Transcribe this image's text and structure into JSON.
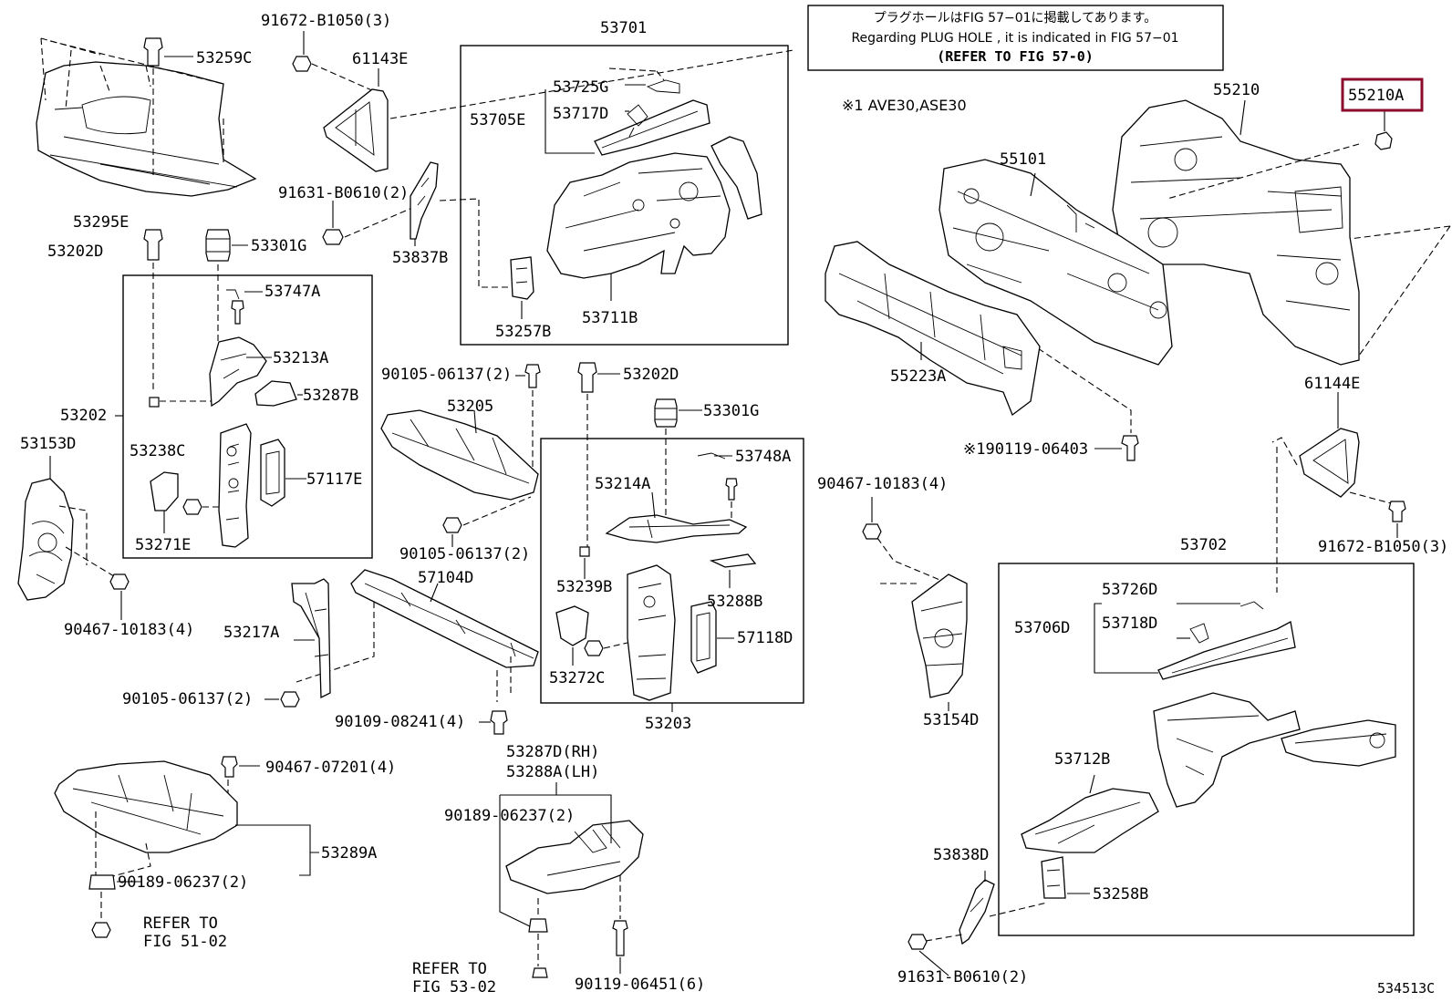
{
  "note": {
    "line1": "プラグホールはFIG 57−01に掲載してあります。",
    "line2": "Regarding  PLUG HOLE , it is indicated in FIG  57−01",
    "line3": "(REFER TO FIG 57-0)"
  },
  "model_note": "※1 AVE30,ASE30",
  "figure_code": "534513C",
  "highlight_color": "#8b0a2a",
  "highlighted_part": "55210A",
  "labels": {
    "p91672b1050_top": "91672-B1050(3)",
    "p53259c": "53259C",
    "p61143e": "61143E",
    "p53701": "53701",
    "p53725g": "53725G",
    "p53705e": "53705E",
    "p53717d": "53717D",
    "p53295e": "53295E",
    "p91631b0610_top": "91631-B0610(2)",
    "p53202d_left": "53202D",
    "p53301g_left": "53301G",
    "p53837b": "53837B",
    "p53257b": "53257B",
    "p53711b": "53711B",
    "p53747a": "53747A",
    "p53213a": "53213A",
    "p53287b": "53287B",
    "p53202": "53202",
    "p53238c": "53238C",
    "p53153d": "53153D",
    "p57117e": "57117E",
    "p53271e": "53271E",
    "p90467_10183_left": "90467-10183(4)",
    "p90105_06137_a": "90105-06137(2)",
    "p53205": "53205",
    "p90105_06137_b": "90105-06137(2)",
    "p53202d_mid": "53202D",
    "p53301g_mid": "53301G",
    "p53748a": "53748A",
    "p53214a": "53214A",
    "p53239b": "53239B",
    "p53288b": "53288B",
    "p57118d": "57118D",
    "p53272c": "53272C",
    "p53203": "53203",
    "p57104d": "57104D",
    "p53217a": "53217A",
    "p90105_06137_c": "90105-06137(2)",
    "p90109_08241": "90109-08241(4)",
    "p90467_07201": "90467-07201(4)",
    "p53289a": "53289A",
    "p90189_06237_left": "90189-06237(2)",
    "p53287d": "53287D(RH)",
    "p53288a": "53288A(LH)",
    "p90189_06237_mid": "90189-06237(2)",
    "p90119_06451": "90119-06451(6)",
    "refer_fig51_a": "REFER TO",
    "refer_fig51_b": "FIG 51-02",
    "refer_fig53_a": "REFER TO",
    "refer_fig53_b": "FIG 53-02",
    "p55210": "55210",
    "p55210a": "55210A",
    "p55101": "55101",
    "p55223a": "55223A",
    "p90119_06403": "※190119-06403",
    "p61144e": "61144E",
    "p90467_10183_right": "90467-10183(4)",
    "p91672b1050_right": "91672-B1050(3)",
    "p53702": "53702",
    "p53726d": "53726D",
    "p53706d": "53706D",
    "p53718d": "53718D",
    "p53154d": "53154D",
    "p53712b": "53712B",
    "p53838d": "53838D",
    "p53258b": "53258B",
    "p91631b0610_bottom": "91631-B0610(2)"
  }
}
